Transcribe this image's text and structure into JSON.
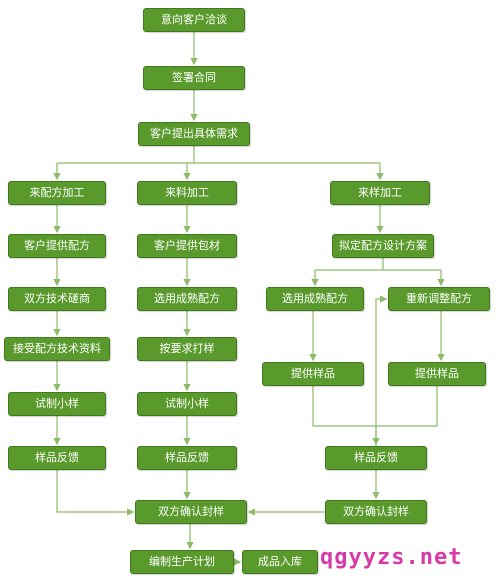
{
  "colors": {
    "node_fill": "#5a9a2c",
    "node_border": "#3f7a1c",
    "connector": "#8dbb69",
    "watermark": "#d63aa8"
  },
  "nodes": {
    "intent": "意向客户洽谈",
    "sign": "签署合同",
    "demand": "客户提出具体需求",
    "col1_head": "来配方加工",
    "col1_s1": "客户提供配方",
    "col1_s2": "双方技术磋商",
    "col1_s3": "接受配方技术资料",
    "col1_s4": "试制小样",
    "col1_s5": "样品反馈",
    "col2_head": "来料加工",
    "col2_s1": "客户提供包材",
    "col2_s2": "选用成熟配方",
    "col2_s3": "按要求打样",
    "col2_s4": "试制小样",
    "col2_s5": "样品反馈",
    "col3_head": "来样加工",
    "col3_s1": "拟定配方设计方案",
    "col3_a1": "选用成熟配方",
    "col3_a2": "提供样品",
    "col3_b1": "重新调整配方",
    "col3_b2": "提供样品",
    "col3_feedback": "样品反馈",
    "col3_confirm": "双方确认封样",
    "confirm": "双方确认封样",
    "plan": "编制生产计划",
    "storage": "成品入库"
  },
  "watermark": "qgyyzs.net"
}
